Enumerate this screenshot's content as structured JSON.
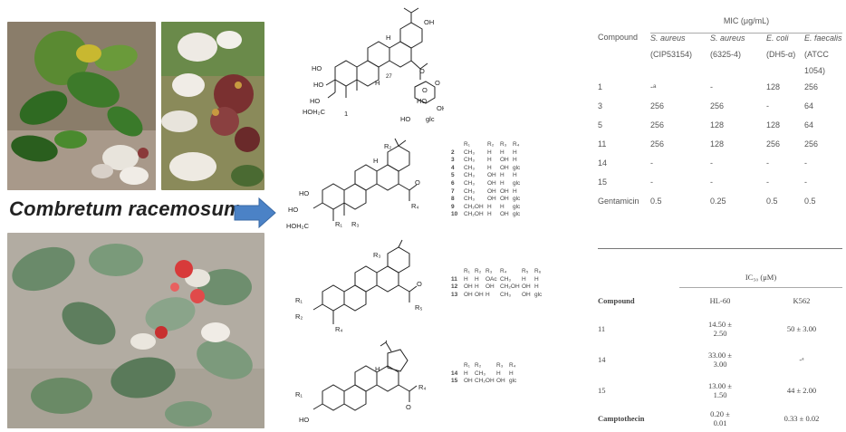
{
  "caption": "Combretum racemosum",
  "structures": [
    {
      "id": "triterpene-glycoside",
      "labels": [
        "OH",
        "O",
        "HO",
        "O",
        "H",
        "HO",
        "HO",
        "H",
        "27",
        "O",
        "HO",
        "HOH₂C",
        "1",
        "OH",
        "HO",
        "glc"
      ]
    },
    {
      "id": "oleanane-series",
      "labels": [
        "R₂",
        "HO",
        "H",
        "O",
        "R₄",
        "HO",
        "R₁",
        "R₃",
        "HOH₂C"
      ]
    },
    {
      "id": "ursane-series",
      "labels": [
        "R₃",
        "R₁",
        "R₂",
        "R₄",
        "O",
        "R₅"
      ]
    },
    {
      "id": "lupane-series",
      "labels": [
        "H",
        "R₁",
        "HO",
        "O",
        "R₄"
      ]
    }
  ],
  "substituents": [
    {
      "header": [
        "",
        "R₁",
        "R₂",
        "R₃",
        "R₄"
      ],
      "rows": [
        [
          "2",
          "CH₃",
          "H",
          "H",
          "H"
        ],
        [
          "3",
          "CH₃",
          "H",
          "OH",
          "H"
        ],
        [
          "4",
          "CH₃",
          "H",
          "OH",
          "glc"
        ],
        [
          "5",
          "CH₃",
          "OH",
          "H",
          "H"
        ],
        [
          "6",
          "CH₃",
          "OH",
          "H",
          "glc"
        ],
        [
          "7",
          "CH₃",
          "OH",
          "OH",
          "H"
        ],
        [
          "8",
          "CH₃",
          "OH",
          "OH",
          "glc"
        ],
        [
          "9",
          "CH₂OH",
          "H",
          "H",
          "glc"
        ],
        [
          "10",
          "CH₂OH",
          "H",
          "OH",
          "glc"
        ]
      ]
    },
    {
      "header": [
        "",
        "R₁",
        "R₂",
        "R₃",
        "R₄",
        "R₅",
        "R₆"
      ],
      "rows": [
        [
          "11",
          "H",
          "H",
          "OAc",
          "CH₃",
          "H",
          "H"
        ],
        [
          "12",
          "OH",
          "H",
          "OH",
          "CH₂OH",
          "OH",
          "H"
        ],
        [
          "13",
          "OH",
          "OH",
          "H",
          "CH₃",
          "OH",
          "glc"
        ]
      ]
    },
    {
      "header": [
        "",
        "R₁",
        "R₂",
        "R₃",
        "R₄"
      ],
      "rows": [
        [
          "14",
          "H",
          "CH₃",
          "H",
          "H"
        ],
        [
          "15",
          "OH",
          "CH₂OH",
          "OH",
          "glc"
        ]
      ]
    }
  ],
  "mic_table": {
    "group_header": "MIC (μg/mL)",
    "col_header": [
      "Compound",
      "S. aureus",
      "S. aureus",
      "E. coli",
      "E. faecalis"
    ],
    "col_header2": [
      "",
      "(CIP53154)",
      "(6325-4)",
      "(DH5-α)",
      "(ATCC"
    ],
    "col_header3": [
      "",
      "",
      "",
      "",
      "1054)"
    ],
    "rows": [
      [
        "1",
        "-ᵃ",
        "-",
        "128",
        "256"
      ],
      [
        "3",
        "256",
        "256",
        "-",
        "64"
      ],
      [
        "5",
        "256",
        "128",
        "128",
        "64"
      ],
      [
        "11",
        "256",
        "128",
        "256",
        "256"
      ],
      [
        "14",
        "-",
        "-",
        "-",
        "-"
      ],
      [
        "15",
        "-",
        "-",
        "-",
        "-"
      ],
      [
        "Gentamicin",
        "0.5",
        "0.25",
        "0.5",
        "0.5"
      ]
    ]
  },
  "ic50_table": {
    "group_header": "IC₅₀ (μM)",
    "col_header": [
      "Compound",
      "HL-60",
      "K562"
    ],
    "rows": [
      [
        "11",
        "14.50 ±",
        "2.50",
        "50 ± 3.00"
      ],
      [
        "14",
        "33.00 ±",
        "3.00",
        "-ᵃ"
      ],
      [
        "15",
        "13.00 ±",
        "1.50",
        "44 ± 2.00"
      ],
      [
        "Camptothecin",
        "0.20 ±",
        "0.01",
        "0.33 ± 0.02"
      ]
    ]
  },
  "colors": {
    "arrow": "#4b82c6",
    "arrow_edge": "#3a6aa6"
  }
}
